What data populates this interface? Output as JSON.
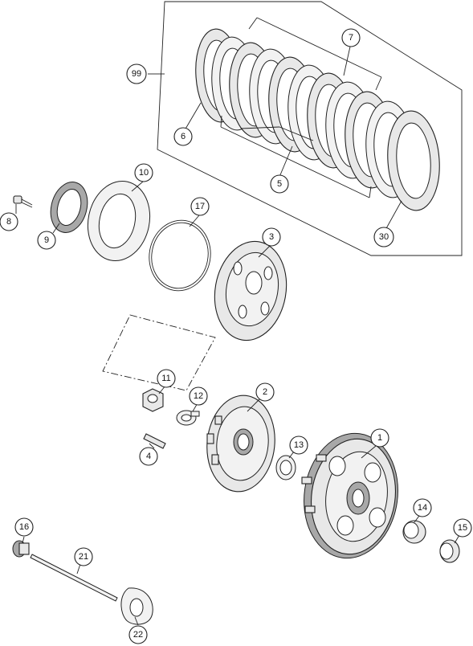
{
  "callouts": [
    {
      "id": "c99",
      "label": "99"
    },
    {
      "id": "c6",
      "label": "6"
    },
    {
      "id": "c7",
      "label": "7"
    },
    {
      "id": "c5",
      "label": "5"
    },
    {
      "id": "c30",
      "label": "30"
    },
    {
      "id": "c10",
      "label": "10"
    },
    {
      "id": "c17",
      "label": "17"
    },
    {
      "id": "c3",
      "label": "3"
    },
    {
      "id": "c8",
      "label": "8"
    },
    {
      "id": "c9",
      "label": "9"
    },
    {
      "id": "c11",
      "label": "11"
    },
    {
      "id": "c12",
      "label": "12"
    },
    {
      "id": "c2",
      "label": "2"
    },
    {
      "id": "c4",
      "label": "4"
    },
    {
      "id": "c13",
      "label": "13"
    },
    {
      "id": "c1",
      "label": "1"
    },
    {
      "id": "c14",
      "label": "14"
    },
    {
      "id": "c15",
      "label": "15"
    },
    {
      "id": "c16",
      "label": "16"
    },
    {
      "id": "c21",
      "label": "21"
    },
    {
      "id": "c22",
      "label": "22"
    }
  ],
  "parts": {
    "plate_pack": "clutch-plate-pack",
    "pressure_disc": "pressure-plate",
    "basket": "outer-clutch-basket",
    "hub": "inner-clutch-hub"
  }
}
